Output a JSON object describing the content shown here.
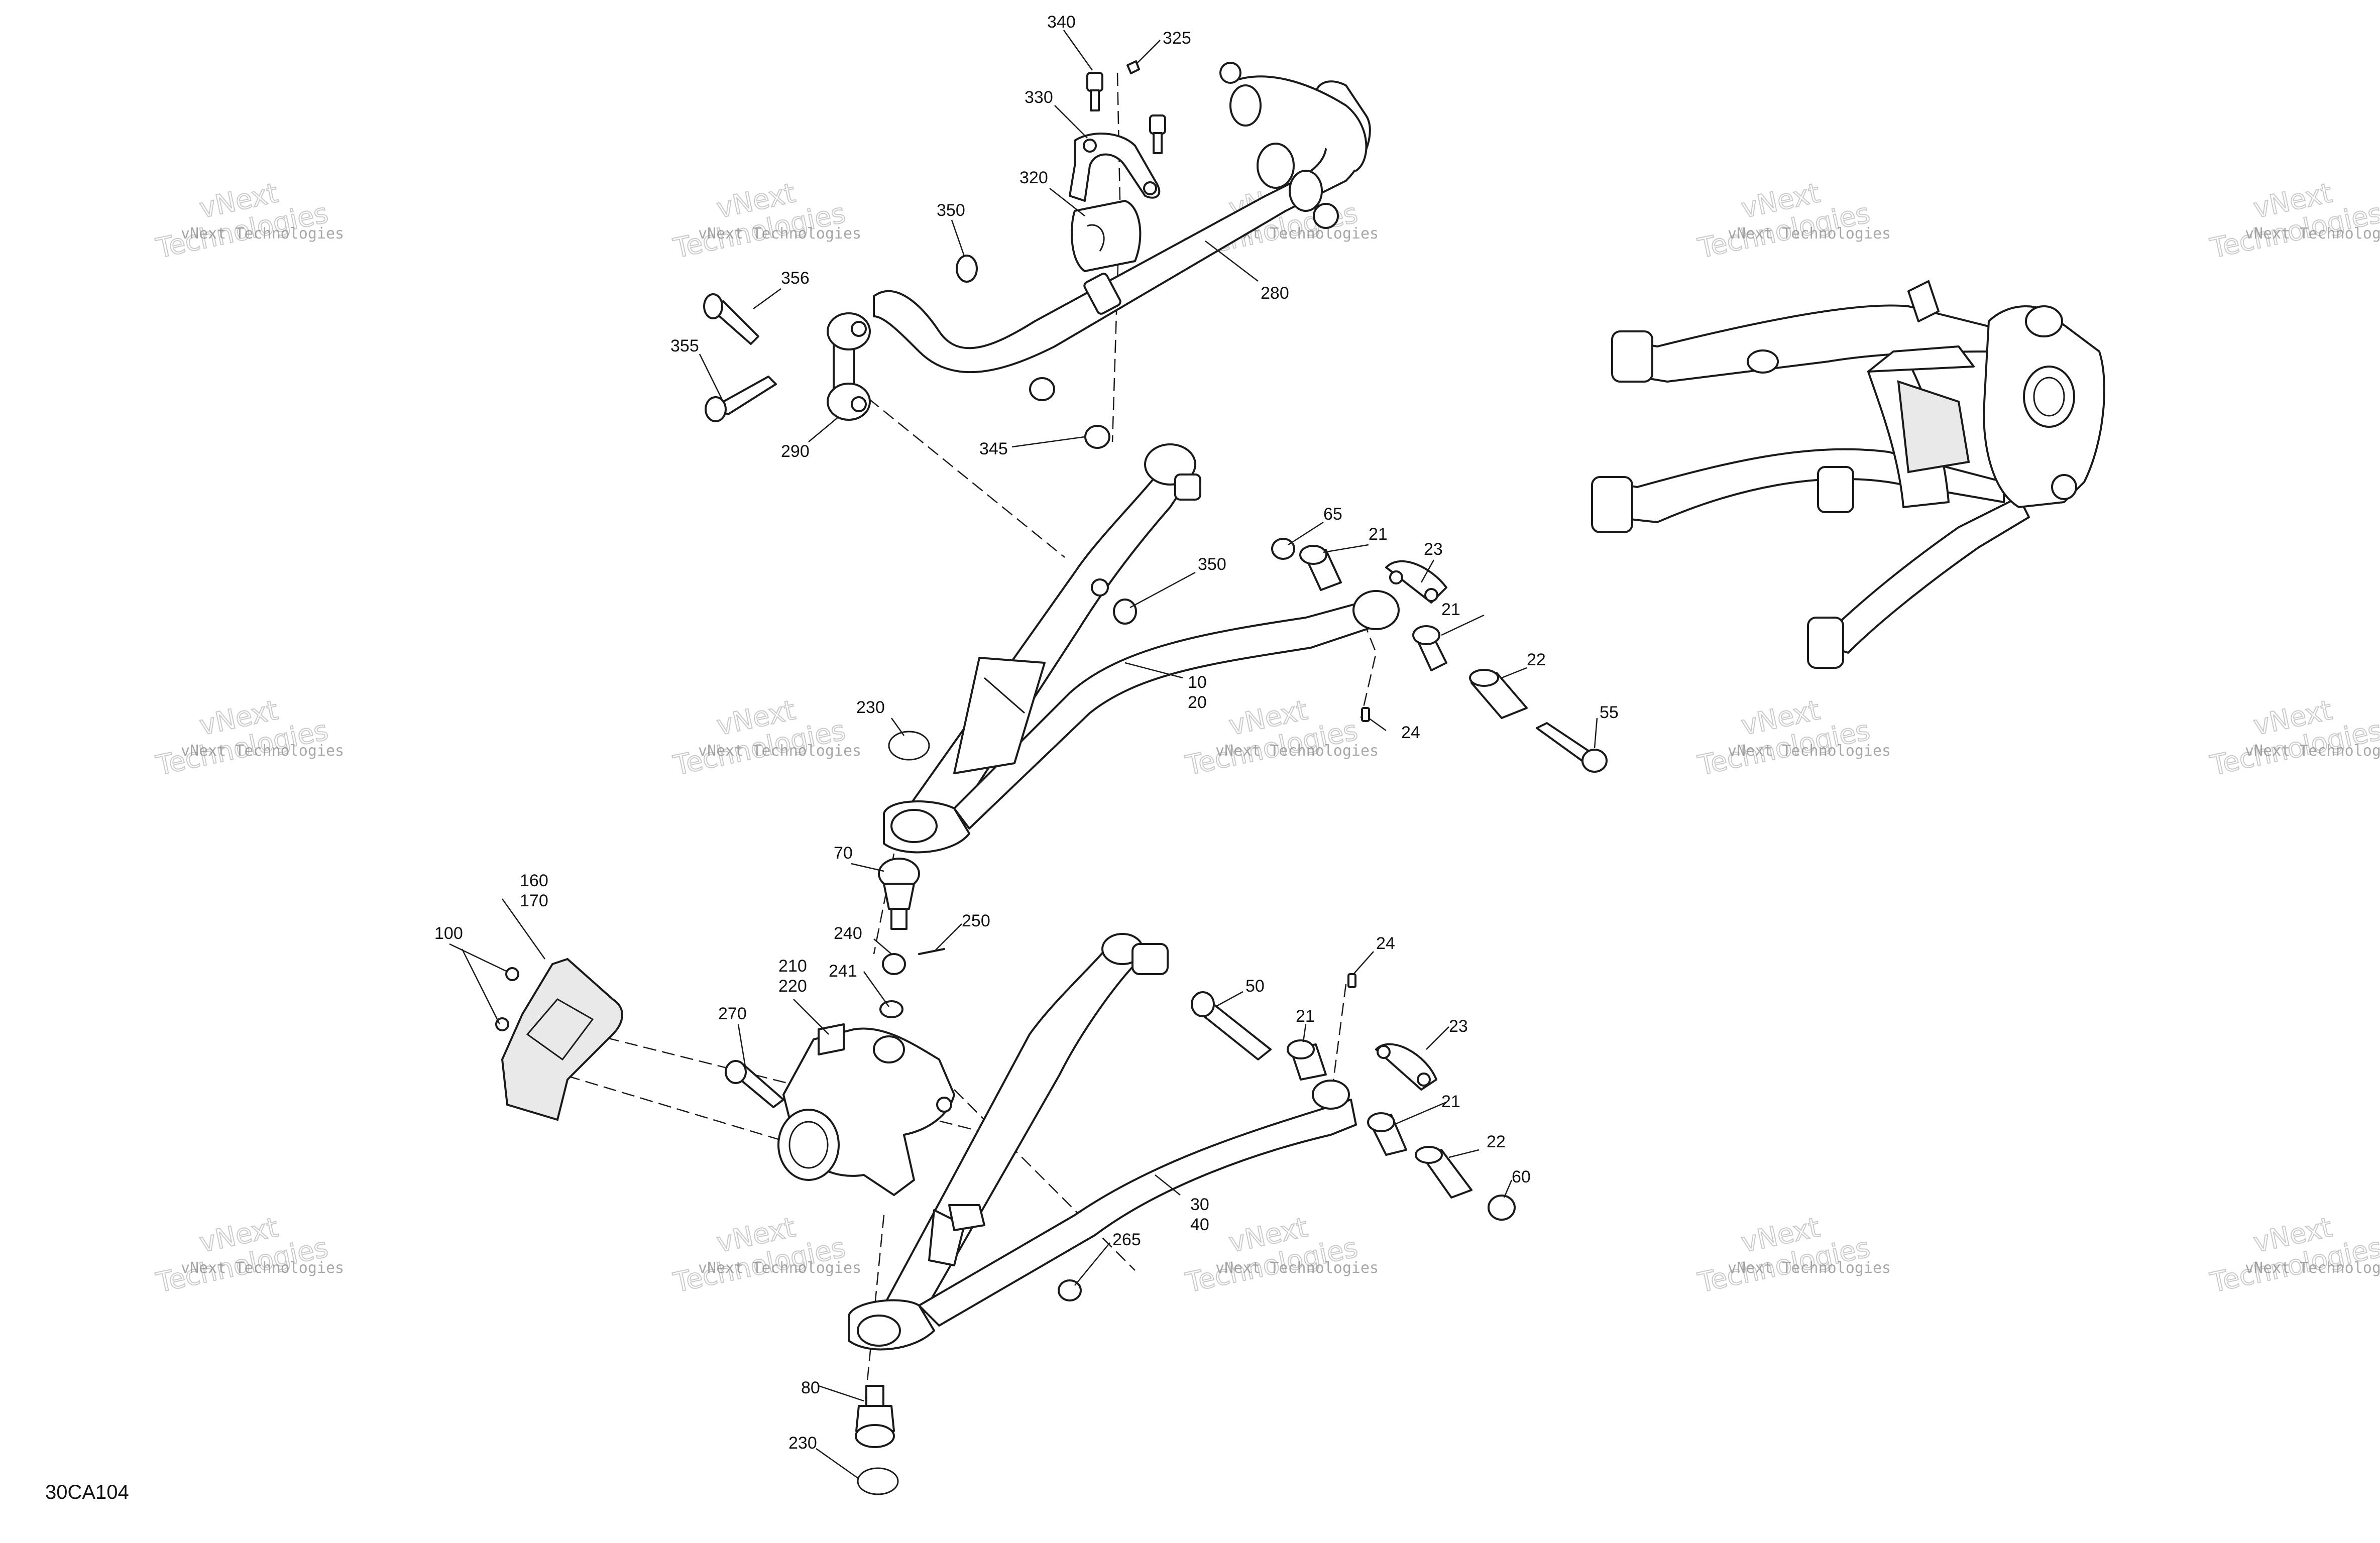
{
  "diagram_code": "30CA104",
  "watermark": {
    "small_text": "vNext Technologies",
    "big_line1": "vNext",
    "big_line2": "Technologies"
  },
  "callouts": {
    "c340": "340",
    "c325": "325",
    "c330": "330",
    "c320": "320",
    "c350a": "350",
    "c356": "356",
    "c355": "355",
    "c290": "290",
    "c345": "345",
    "c280": "280",
    "c65": "65",
    "c21a": "21",
    "c23a": "23",
    "c350b": "350",
    "c21b": "21",
    "c22a": "22",
    "c10": "10",
    "c20": "20",
    "c24a": "24",
    "c55": "55",
    "c230a": "230",
    "c160": "160",
    "c170": "170",
    "c70": "70",
    "c100": "100",
    "c240": "240",
    "c250": "250",
    "c210": "210",
    "c220": "220",
    "c241": "241",
    "c270": "270",
    "c24b": "24",
    "c50": "50",
    "c21c": "21",
    "c23b": "23",
    "c21d": "21",
    "c22b": "22",
    "c60": "60",
    "c30": "30",
    "c40": "40",
    "c265": "265",
    "c80": "80",
    "c230b": "230"
  }
}
